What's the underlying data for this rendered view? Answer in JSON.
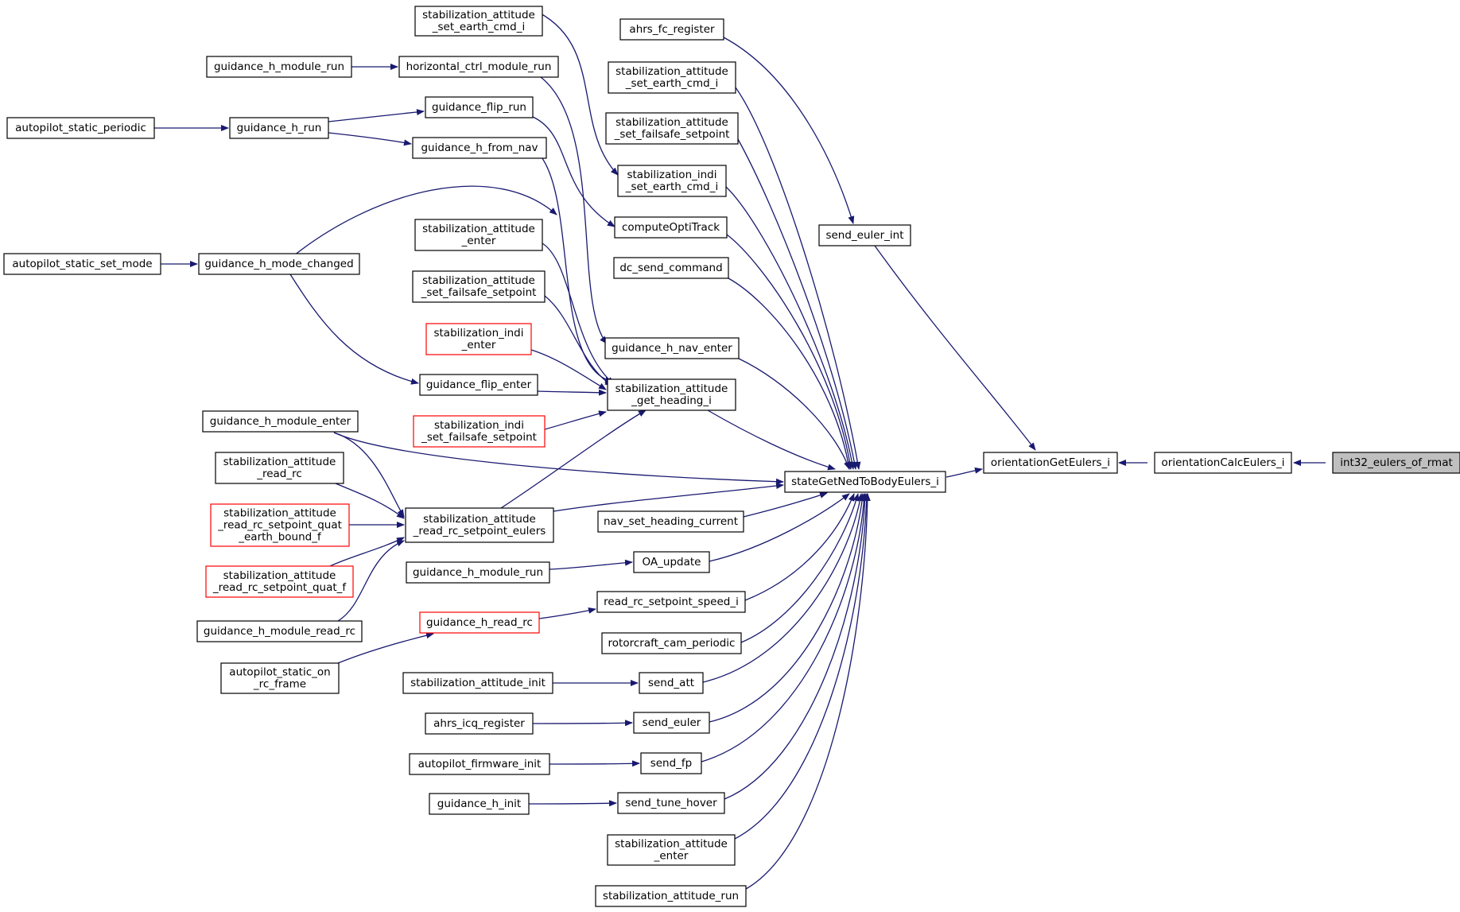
{
  "diagram": {
    "colors": {
      "edge": "#191970",
      "node_border": "#000000",
      "node_border_truncated": "#ff0000",
      "focus_fill": "#bfbfbf",
      "node_fill": "#ffffff"
    },
    "nodes": [
      {
        "id": "int32_eulers_of_rmat",
        "lines": [
          "int32_eulers_of_rmat"
        ],
        "style": "focus"
      },
      {
        "id": "orientationCalcEulers_i",
        "lines": [
          "orientationCalcEulers_i"
        ]
      },
      {
        "id": "orientationGetEulers_i",
        "lines": [
          "orientationGetEulers_i"
        ]
      },
      {
        "id": "send_euler_int",
        "lines": [
          "send_euler_int"
        ]
      },
      {
        "id": "ahrs_fc_register",
        "lines": [
          "ahrs_fc_register"
        ]
      },
      {
        "id": "stateGetNedToBodyEulers_i",
        "lines": [
          "stateGetNedToBodyEulers_i"
        ]
      },
      {
        "id": "sa_set_earth_cmd_i_top",
        "lines": [
          "stabilization_attitude",
          "_set_earth_cmd_i"
        ]
      },
      {
        "id": "sa_set_earth_cmd_i_right",
        "lines": [
          "stabilization_attitude",
          "_set_earth_cmd_i"
        ]
      },
      {
        "id": "sa_set_failsafe_right",
        "lines": [
          "stabilization_attitude",
          "_set_failsafe_setpoint"
        ]
      },
      {
        "id": "stabilization_indi_set_earth_cmd_i",
        "lines": [
          "stabilization_indi",
          "_set_earth_cmd_i"
        ]
      },
      {
        "id": "computeOptiTrack",
        "lines": [
          "computeOptiTrack"
        ]
      },
      {
        "id": "dc_send_command",
        "lines": [
          "dc_send_command"
        ]
      },
      {
        "id": "guidance_h_nav_enter",
        "lines": [
          "guidance_h_nav_enter"
        ]
      },
      {
        "id": "sa_get_heading_i",
        "lines": [
          "stabilization_attitude",
          "_get_heading_i"
        ]
      },
      {
        "id": "nav_set_heading_current",
        "lines": [
          "nav_set_heading_current"
        ]
      },
      {
        "id": "OA_update",
        "lines": [
          "OA_update"
        ]
      },
      {
        "id": "read_rc_setpoint_speed_i",
        "lines": [
          "read_rc_setpoint_speed_i"
        ]
      },
      {
        "id": "rotorcraft_cam_periodic",
        "lines": [
          "rotorcraft_cam_periodic"
        ]
      },
      {
        "id": "send_att",
        "lines": [
          "send_att"
        ]
      },
      {
        "id": "send_euler",
        "lines": [
          "send_euler"
        ]
      },
      {
        "id": "send_fp",
        "lines": [
          "send_fp"
        ]
      },
      {
        "id": "send_tune_hover",
        "lines": [
          "send_tune_hover"
        ]
      },
      {
        "id": "sa_enter_bottom",
        "lines": [
          "stabilization_attitude",
          "_enter"
        ]
      },
      {
        "id": "stabilization_attitude_run",
        "lines": [
          "stabilization_attitude_run"
        ]
      },
      {
        "id": "horizontal_ctrl_module_run",
        "lines": [
          "horizontal_ctrl_module_run"
        ]
      },
      {
        "id": "guidance_flip_run",
        "lines": [
          "guidance_flip_run"
        ]
      },
      {
        "id": "guidance_h_from_nav",
        "lines": [
          "guidance_h_from_nav"
        ]
      },
      {
        "id": "sa_enter_mid",
        "lines": [
          "stabilization_attitude",
          "_enter"
        ]
      },
      {
        "id": "sa_set_failsafe_mid",
        "lines": [
          "stabilization_attitude",
          "_set_failsafe_setpoint"
        ]
      },
      {
        "id": "stabilization_indi_enter",
        "lines": [
          "stabilization_indi",
          "_enter"
        ],
        "style": "red"
      },
      {
        "id": "guidance_flip_enter",
        "lines": [
          "guidance_flip_enter"
        ]
      },
      {
        "id": "stabilization_indi_set_failsafe_setpoint",
        "lines": [
          "stabilization_indi",
          "_set_failsafe_setpoint"
        ],
        "style": "red"
      },
      {
        "id": "sa_read_rc_setpoint_eulers",
        "lines": [
          "stabilization_attitude",
          "_read_rc_setpoint_eulers"
        ]
      },
      {
        "id": "guidance_h_module_run_low",
        "lines": [
          "guidance_h_module_run"
        ]
      },
      {
        "id": "guidance_h_read_rc",
        "lines": [
          "guidance_h_read_rc"
        ],
        "style": "red"
      },
      {
        "id": "stabilization_attitude_init",
        "lines": [
          "stabilization_attitude_init"
        ]
      },
      {
        "id": "ahrs_icq_register",
        "lines": [
          "ahrs_icq_register"
        ]
      },
      {
        "id": "autopilot_firmware_init",
        "lines": [
          "autopilot_firmware_init"
        ]
      },
      {
        "id": "guidance_h_init",
        "lines": [
          "guidance_h_init"
        ]
      },
      {
        "id": "guidance_h_module_run_top",
        "lines": [
          "guidance_h_module_run"
        ]
      },
      {
        "id": "guidance_h_run",
        "lines": [
          "guidance_h_run"
        ]
      },
      {
        "id": "autopilot_static_periodic",
        "lines": [
          "autopilot_static_periodic"
        ]
      },
      {
        "id": "guidance_h_mode_changed",
        "lines": [
          "guidance_h_mode_changed"
        ]
      },
      {
        "id": "autopilot_static_set_mode",
        "lines": [
          "autopilot_static_set_mode"
        ]
      },
      {
        "id": "guidance_h_module_enter",
        "lines": [
          "guidance_h_module_enter"
        ]
      },
      {
        "id": "sa_read_rc",
        "lines": [
          "stabilization_attitude",
          "_read_rc"
        ]
      },
      {
        "id": "sa_read_rc_quat_earth_bound_f",
        "lines": [
          "stabilization_attitude",
          "_read_rc_setpoint_quat",
          "_earth_bound_f"
        ],
        "style": "red"
      },
      {
        "id": "sa_read_rc_setpoint_quat_f",
        "lines": [
          "stabilization_attitude",
          "_read_rc_setpoint_quat_f"
        ],
        "style": "red"
      },
      {
        "id": "guidance_h_module_read_rc",
        "lines": [
          "guidance_h_module_read_rc"
        ]
      },
      {
        "id": "autopilot_static_on_rc_frame",
        "lines": [
          "autopilot_static_on",
          "_rc_frame"
        ]
      }
    ],
    "edges": [
      [
        "orientationCalcEulers_i",
        "int32_eulers_of_rmat"
      ],
      [
        "orientationGetEulers_i",
        "orientationCalcEulers_i"
      ],
      [
        "send_euler_int",
        "orientationGetEulers_i"
      ],
      [
        "stateGetNedToBodyEulers_i",
        "orientationGetEulers_i"
      ],
      [
        "ahrs_fc_register",
        "send_euler_int"
      ],
      [
        "sa_set_earth_cmd_i_right",
        "stateGetNedToBodyEulers_i"
      ],
      [
        "sa_set_failsafe_right",
        "stateGetNedToBodyEulers_i"
      ],
      [
        "stabilization_indi_set_earth_cmd_i",
        "stateGetNedToBodyEulers_i"
      ],
      [
        "computeOptiTrack",
        "stateGetNedToBodyEulers_i"
      ],
      [
        "dc_send_command",
        "stateGetNedToBodyEulers_i"
      ],
      [
        "guidance_h_nav_enter",
        "stateGetNedToBodyEulers_i"
      ],
      [
        "sa_get_heading_i",
        "stateGetNedToBodyEulers_i"
      ],
      [
        "nav_set_heading_current",
        "stateGetNedToBodyEulers_i"
      ],
      [
        "OA_update",
        "stateGetNedToBodyEulers_i"
      ],
      [
        "read_rc_setpoint_speed_i",
        "stateGetNedToBodyEulers_i"
      ],
      [
        "rotorcraft_cam_periodic",
        "stateGetNedToBodyEulers_i"
      ],
      [
        "send_att",
        "stateGetNedToBodyEulers_i"
      ],
      [
        "send_euler",
        "stateGetNedToBodyEulers_i"
      ],
      [
        "send_fp",
        "stateGetNedToBodyEulers_i"
      ],
      [
        "send_tune_hover",
        "stateGetNedToBodyEulers_i"
      ],
      [
        "sa_enter_bottom",
        "stateGetNedToBodyEulers_i"
      ],
      [
        "stabilization_attitude_run",
        "stateGetNedToBodyEulers_i"
      ],
      [
        "guidance_h_mode_changed",
        "stateGetNedToBodyEulers_i"
      ],
      [
        "guidance_h_module_enter",
        "stateGetNedToBodyEulers_i"
      ],
      [
        "sa_read_rc_setpoint_eulers",
        "stateGetNedToBodyEulers_i"
      ],
      [
        "sa_set_earth_cmd_i_top",
        "stabilization_indi_set_earth_cmd_i"
      ],
      [
        "guidance_h_module_run_top",
        "horizontal_ctrl_module_run"
      ],
      [
        "horizontal_ctrl_module_run",
        "guidance_h_nav_enter"
      ],
      [
        "guidance_flip_run",
        "computeOptiTrack"
      ],
      [
        "guidance_h_from_nav",
        "sa_get_heading_i"
      ],
      [
        "sa_enter_mid",
        "sa_get_heading_i"
      ],
      [
        "sa_set_failsafe_mid",
        "sa_get_heading_i"
      ],
      [
        "stabilization_indi_enter",
        "sa_get_heading_i"
      ],
      [
        "guidance_flip_enter",
        "sa_get_heading_i"
      ],
      [
        "stabilization_indi_set_failsafe_setpoint",
        "sa_get_heading_i"
      ],
      [
        "sa_read_rc_setpoint_eulers",
        "sa_get_heading_i"
      ],
      [
        "guidance_h_module_run_low",
        "OA_update"
      ],
      [
        "guidance_h_read_rc",
        "read_rc_setpoint_speed_i"
      ],
      [
        "stabilization_attitude_init",
        "send_att"
      ],
      [
        "ahrs_icq_register",
        "send_euler"
      ],
      [
        "autopilot_firmware_init",
        "send_fp"
      ],
      [
        "guidance_h_init",
        "send_tune_hover"
      ],
      [
        "autopilot_static_periodic",
        "guidance_h_run"
      ],
      [
        "guidance_h_run",
        "guidance_flip_run"
      ],
      [
        "guidance_h_run",
        "guidance_h_from_nav"
      ],
      [
        "autopilot_static_set_mode",
        "guidance_h_mode_changed"
      ],
      [
        "guidance_h_mode_changed",
        "guidance_flip_enter"
      ],
      [
        "guidance_h_module_enter",
        "sa_read_rc_setpoint_eulers"
      ],
      [
        "sa_read_rc",
        "sa_read_rc_setpoint_eulers"
      ],
      [
        "sa_read_rc_quat_earth_bound_f",
        "sa_read_rc_setpoint_eulers"
      ],
      [
        "sa_read_rc_setpoint_quat_f",
        "sa_read_rc_setpoint_eulers"
      ],
      [
        "guidance_h_module_read_rc",
        "sa_read_rc_setpoint_eulers"
      ],
      [
        "autopilot_static_on_rc_frame",
        "guidance_h_read_rc"
      ]
    ]
  }
}
